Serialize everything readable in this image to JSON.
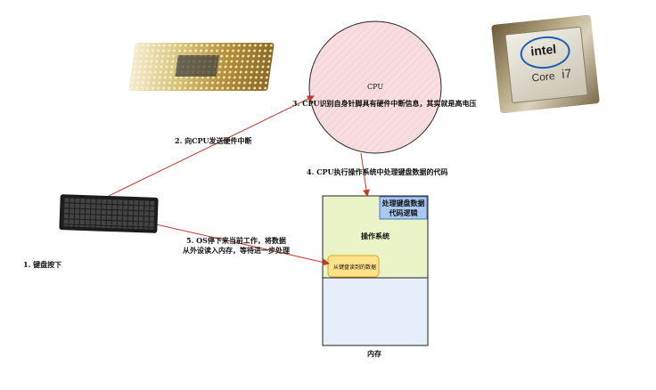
{
  "cpu": {
    "label": "CPU"
  },
  "steps": {
    "step1": "1. 键盘按下",
    "step2": "2. 向CPU发送硬件中断",
    "step3": "3. CPU识别自身针脚具有硬件中断信息，其实就是高电压",
    "step4": "4. CPU执行操作系统中处理键盘数据的代码",
    "step5_line1": "5. OS停下来当前工作，将数据",
    "step5_line2": "从外设读入内存，等待进一步处理"
  },
  "memory_block": {
    "os_label": "操作系统",
    "handler_line1": "处理键盘数据",
    "handler_line2": "代码逻辑",
    "data_label": "从键盘读到的数据",
    "memory_label": "内存"
  },
  "chip": {
    "brand": "intel",
    "model": "Core",
    "tier": "i7"
  },
  "colors": {
    "arrow": "#c0392b",
    "cpu_fill": "#f7dde0",
    "os_fill": "#eaf4c8",
    "memory_fill": "#e6eefa",
    "handler_fill": "#a8c8f0",
    "data_fill": "#fde28a"
  }
}
